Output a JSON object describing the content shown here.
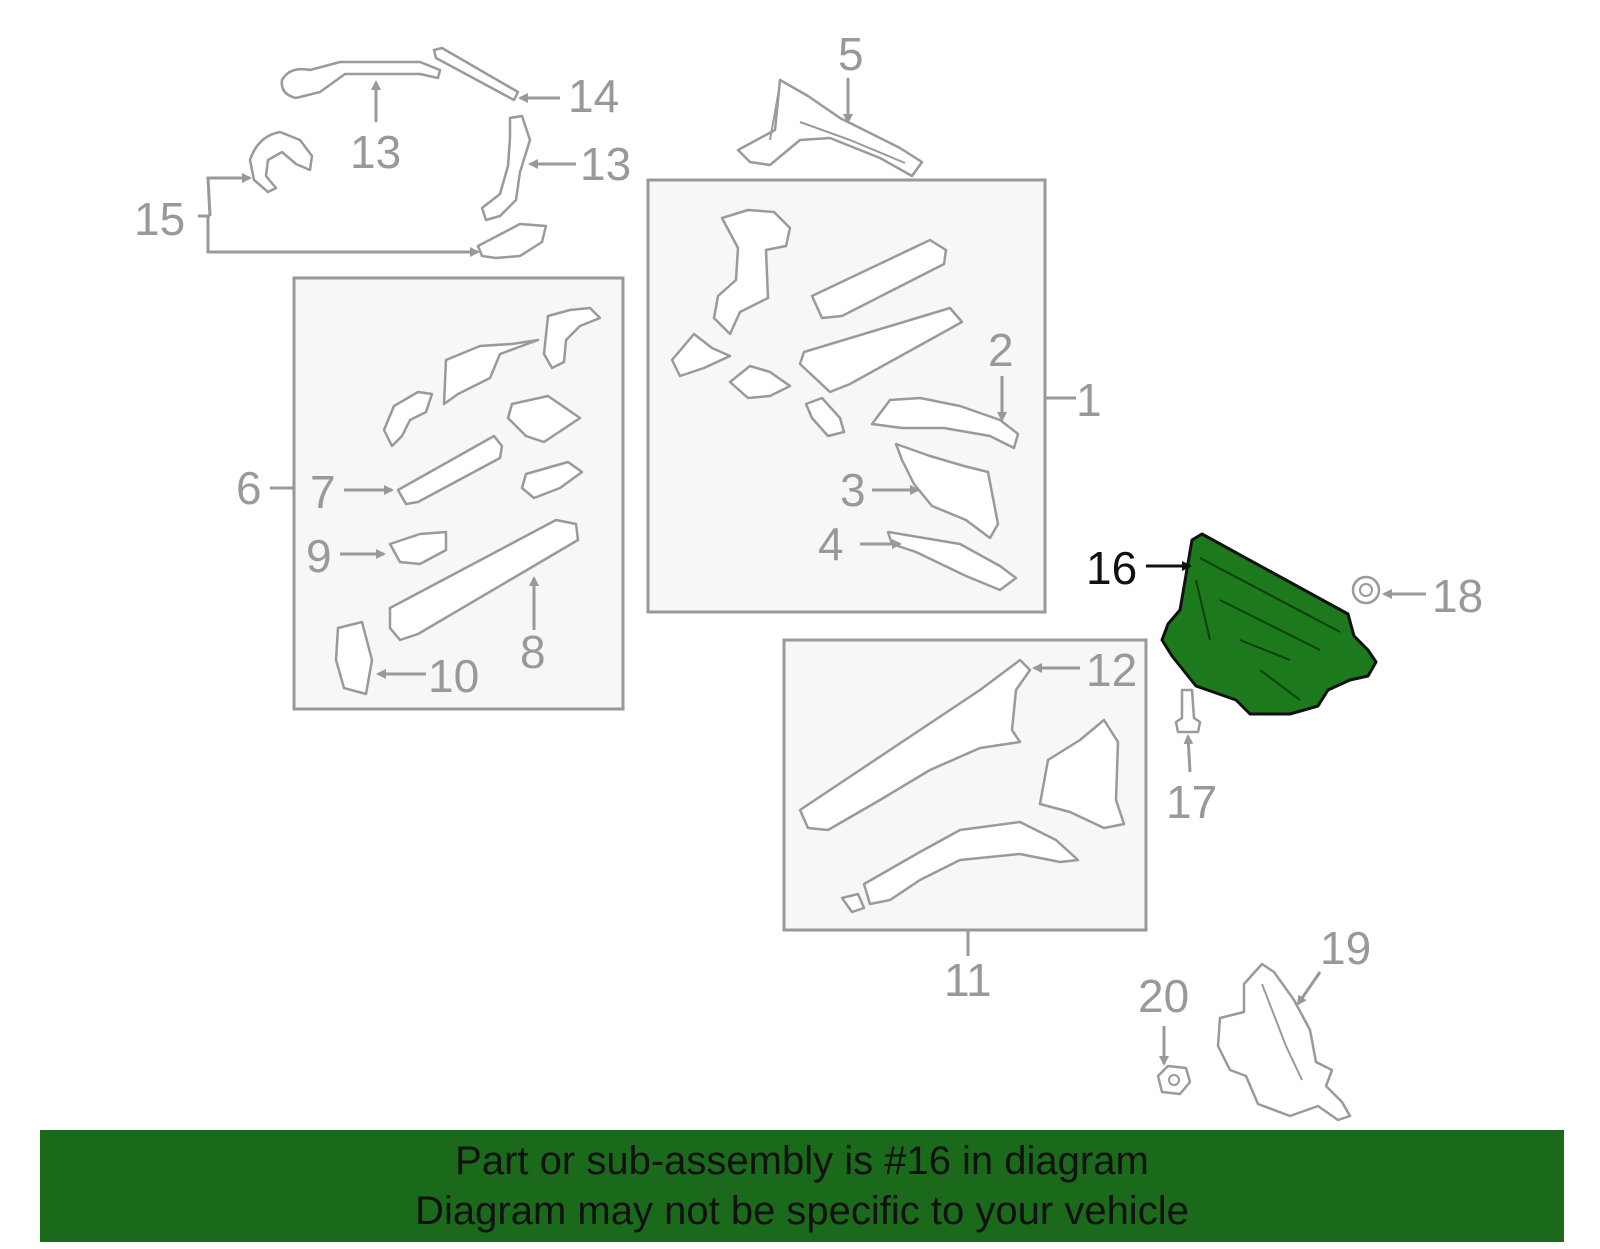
{
  "callouts": {
    "c1": "1",
    "c2": "2",
    "c3": "3",
    "c4": "4",
    "c5": "5",
    "c6": "6",
    "c7": "7",
    "c8": "8",
    "c9": "9",
    "c10": "10",
    "c11": "11",
    "c12": "12",
    "c13a": "13",
    "c13b": "13",
    "c14": "14",
    "c15": "15",
    "c16": "16",
    "c17": "17",
    "c18": "18",
    "c19": "19",
    "c20": "20"
  },
  "highlighted_part": "16",
  "colors": {
    "highlight_fill": "#1c7a1c",
    "banner_bg": "#1b6a1b",
    "line_gray": "#999999"
  },
  "banner": {
    "line1": "Part or sub-assembly is #16 in diagram",
    "line2": "Diagram may not be specific to your vehicle"
  }
}
